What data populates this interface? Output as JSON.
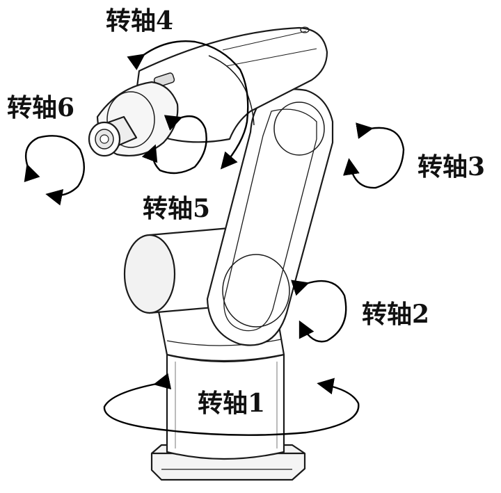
{
  "labels": {
    "axis1": "转轴1",
    "axis2": "转轴2",
    "axis3": "转轴3",
    "axis4": "转轴4",
    "axis5": "转轴5",
    "axis6": "转轴6"
  },
  "colors": {
    "outline": "#1a1a1a",
    "arrow": "#000000",
    "fill": "#ffffff",
    "shade": "#e9e9e9"
  }
}
